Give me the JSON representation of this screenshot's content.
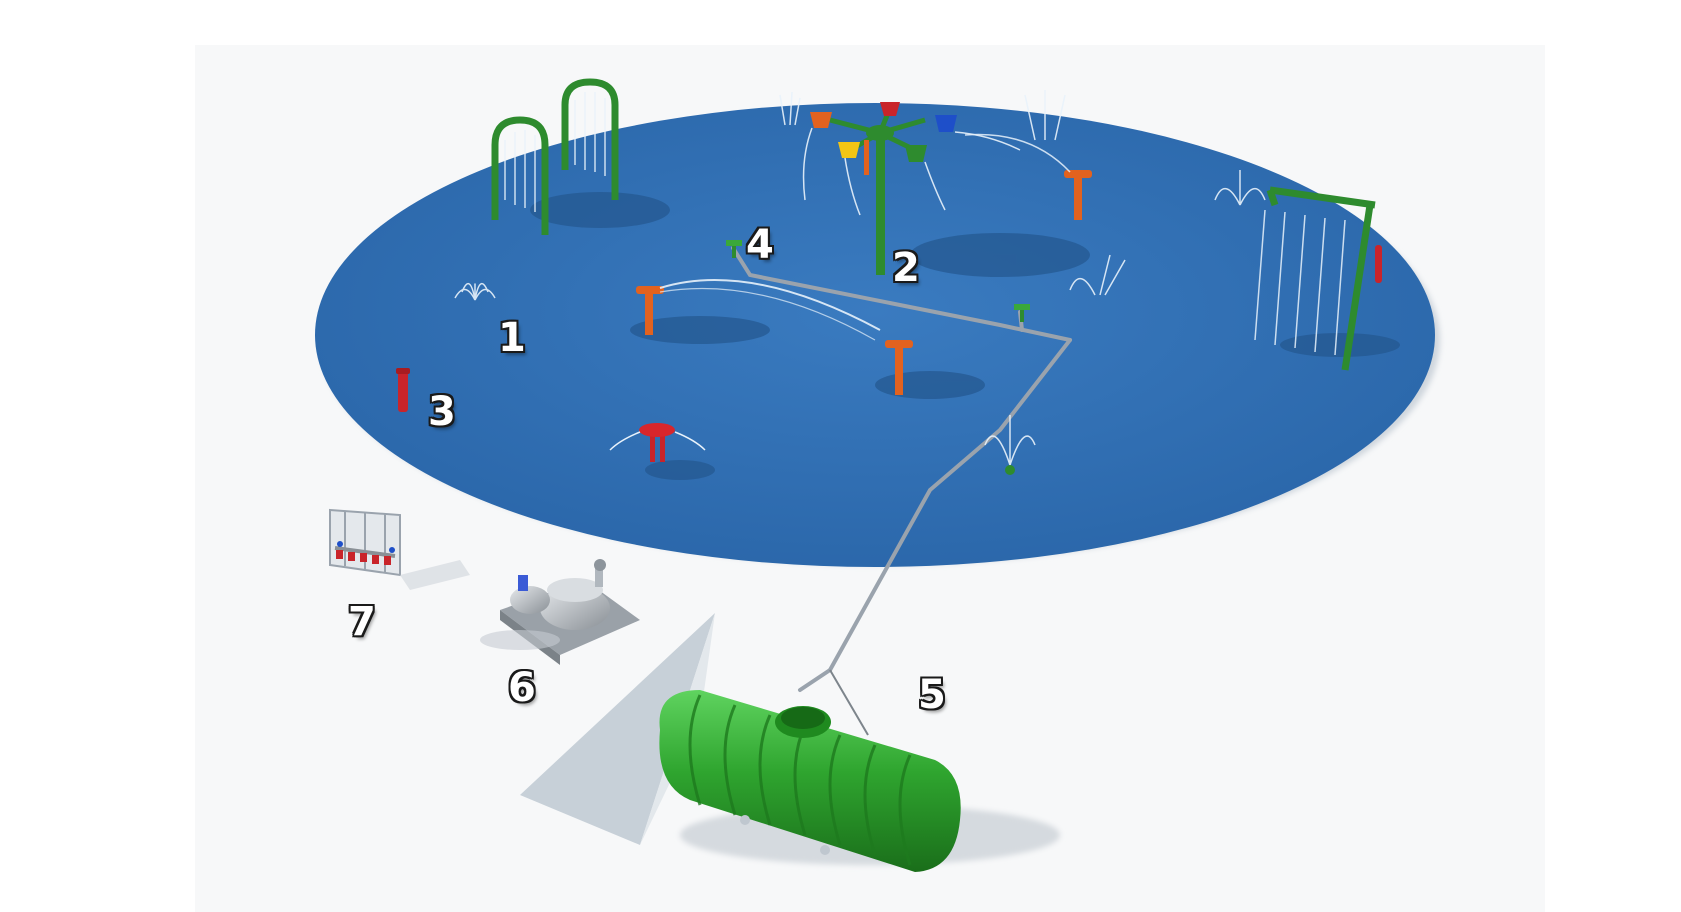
{
  "callouts": {
    "c1": "1",
    "c2": "2",
    "c3": "3",
    "c4": "4",
    "c5": "5",
    "c6": "6",
    "c7": "7"
  },
  "colors": {
    "pad": "#2f6eb2",
    "pad_dark": "#285f9c",
    "pipe": "#9aa3ad",
    "green": "#2e8b2e",
    "tank_green": "#2fa52f",
    "orange": "#e2621f",
    "red": "#c9242a",
    "blue_bucket": "#1e4fc9",
    "yellow_bucket": "#f2c515",
    "water": "#e8f2fb"
  }
}
